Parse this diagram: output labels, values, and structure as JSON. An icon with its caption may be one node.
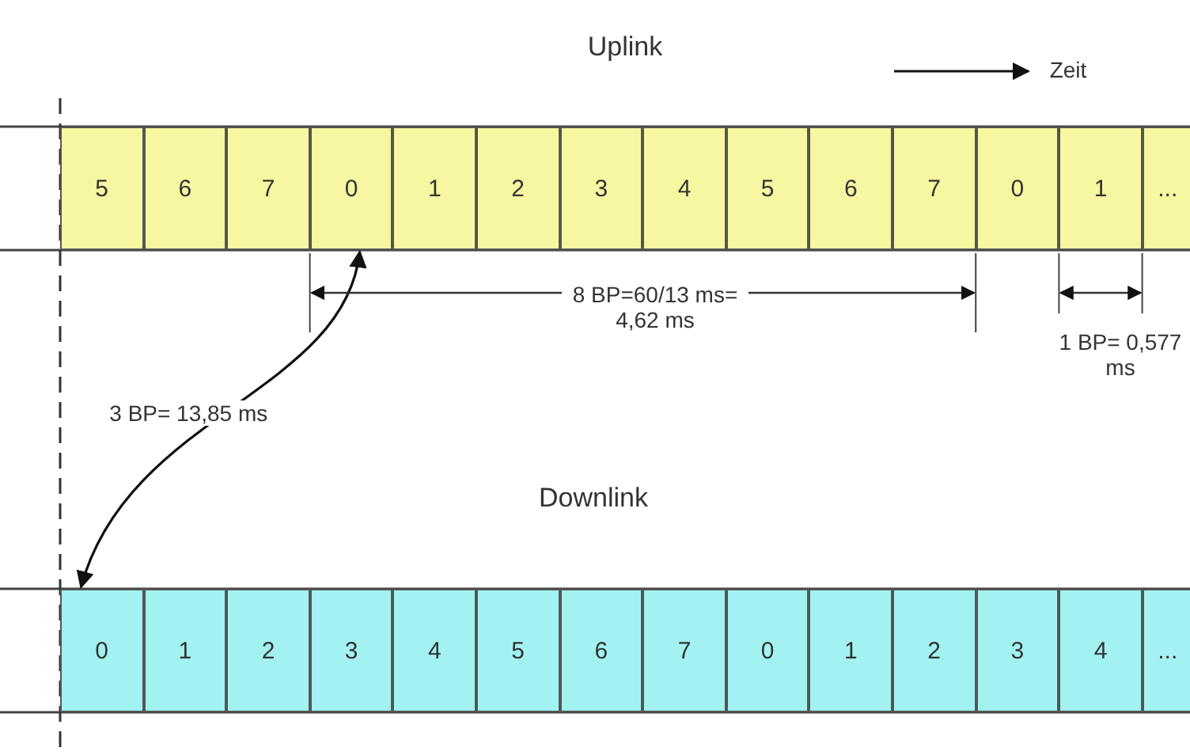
{
  "diagram": {
    "nodes": [
      {
        "text": [
          "5"
        ]
      },
      {
        "text": [
          "6"
        ]
      },
      {
        "text": [
          "7"
        ]
      },
      {
        "text": [
          "0"
        ]
      },
      {
        "text": [
          "1"
        ]
      },
      {
        "text": [
          "2"
        ]
      },
      {
        "text": [
          "3"
        ]
      },
      {
        "text": [
          "4"
        ]
      },
      {
        "text": [
          "5"
        ]
      },
      {
        "text": [
          "6"
        ]
      },
      {
        "text": [
          "7"
        ]
      },
      {
        "text": [
          "0"
        ]
      },
      {
        "text": [
          "1"
        ]
      },
      {
        "text": [
          "..."
        ]
      },
      {
        "text": [
          "0"
        ]
      },
      {
        "text": [
          "1"
        ]
      },
      {
        "text": [
          "2"
        ]
      },
      {
        "text": [
          "3"
        ]
      },
      {
        "text": [
          "4"
        ]
      },
      {
        "text": [
          "5"
        ]
      },
      {
        "text": [
          "6"
        ]
      },
      {
        "text": [
          "7"
        ]
      },
      {
        "text": [
          "0"
        ]
      },
      {
        "text": [
          "1"
        ]
      },
      {
        "text": [
          "2"
        ]
      },
      {
        "text": [
          "3"
        ]
      },
      {
        "text": [
          "4"
        ]
      },
      {
        "text": [
          "..."
        ]
      }
    ],
    "edges": [
      {
        "from": 3,
        "to": 14,
        "arrow": "both",
        "label": "3 BP= 13,85 ms"
      }
    ],
    "labels": [
      "Uplink",
      "Zeit",
      "8 BP=60/13 ms= 4,62 ms",
      "1 BP= 0,577 ms",
      "Downlink"
    ]
  }
}
